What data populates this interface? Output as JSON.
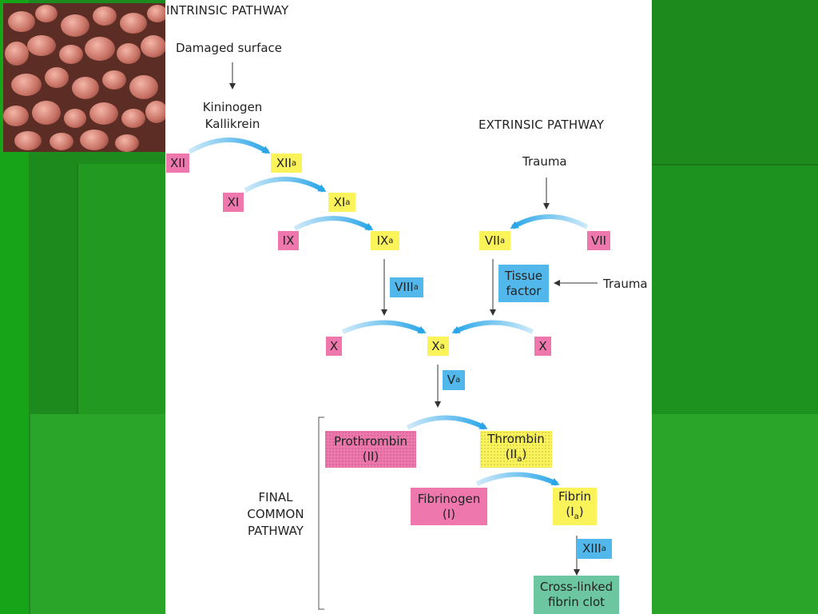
{
  "colors": {
    "inactive_factor": "#ee78ad",
    "active_factor": "#fbf35a",
    "cofactor": "#52b8ec",
    "clot": "#6cc6a0",
    "flow_arrow": "#2aa6e8",
    "slide_background": "#1c8a1c"
  },
  "intrinsic": {
    "title": "INTRINSIC PATHWAY",
    "damaged_surface": "Damaged surface",
    "kininogen": "Kininogen",
    "kallikrein": "Kallikrein",
    "xii": "XII",
    "xiia": "XII",
    "xi": "XI",
    "xia": "XI",
    "ix": "IX",
    "ixa": "IX",
    "viiia": "VIII"
  },
  "extrinsic": {
    "title": "EXTRINSIC PATHWAY",
    "trauma_top": "Trauma",
    "vii": "VII",
    "viia": "VII",
    "tissue_factor_1": "Tissue",
    "tissue_factor_2": "factor",
    "trauma_side": "Trauma"
  },
  "common": {
    "x_left": "X",
    "xa": "X",
    "x_right": "X",
    "va": "V",
    "prothrombin": "Prothrombin",
    "prothrombin_num": "(II)",
    "thrombin": "Thrombin",
    "thrombin_num_open": "(II",
    "thrombin_num_close": ")",
    "fibrinogen": "Fibrinogen",
    "fibrinogen_num": "(I)",
    "fibrin": "Fibrin",
    "fibrin_num_open": "(I",
    "fibrin_num_close": ")",
    "xiiia": "XIII",
    "clot_1": "Cross-linked",
    "clot_2": "fibrin clot",
    "final_1": "FINAL",
    "final_2": "COMMON",
    "final_3": "PATHWAY"
  },
  "subscript_a": "a"
}
